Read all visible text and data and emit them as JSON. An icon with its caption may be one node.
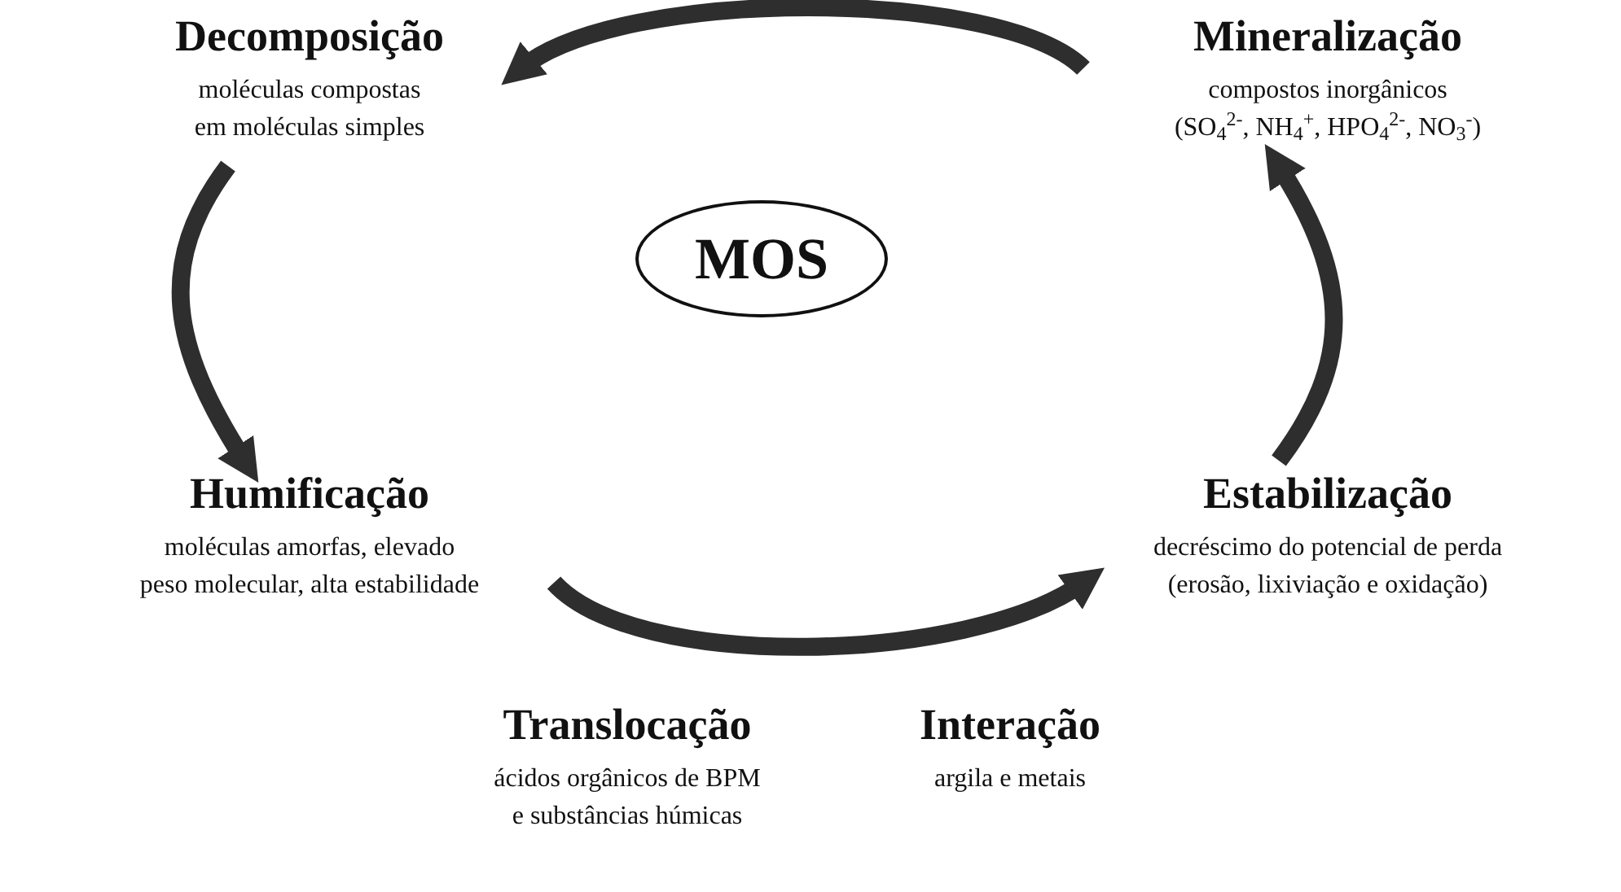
{
  "diagram": {
    "nodes": [
      {
        "text": [
          "Decomposição",
          "moléculas compostas em moléculas simples"
        ]
      },
      {
        "text": [
          "Mineralização",
          "compostos inorgânicos (SO$_{4}$$^{2-}$, NH$_{4}$$^{+}$, HPO$_{4}$$^{2-}$, NO$_{3}$$^{-}$)"
        ]
      },
      {
        "text": [
          "MOS"
        ]
      },
      {
        "text": [
          "Humificação",
          "moléculas amorfas, elevado peso molecular, alta estabilidade"
        ]
      },
      {
        "text": [
          "Estabilização",
          "decréscimo do potencial de perda (erosão, lixiviação e oxidação)"
        ]
      },
      {
        "text": [
          "Translocação",
          "ácidos orgânicos de BPM e substâncias húmicas"
        ]
      },
      {
        "text": [
          "Interação",
          "argila e metais"
        ]
      }
    ],
    "edges": [
      {
        "from": 0,
        "to": 3,
        "arrow": "to"
      },
      {
        "from": 3,
        "to": 4,
        "arrow": "to"
      },
      {
        "from": 4,
        "to": 1,
        "arrow": "to"
      },
      {
        "from": 1,
        "to": 0,
        "arrow": "to"
      }
    ]
  }
}
